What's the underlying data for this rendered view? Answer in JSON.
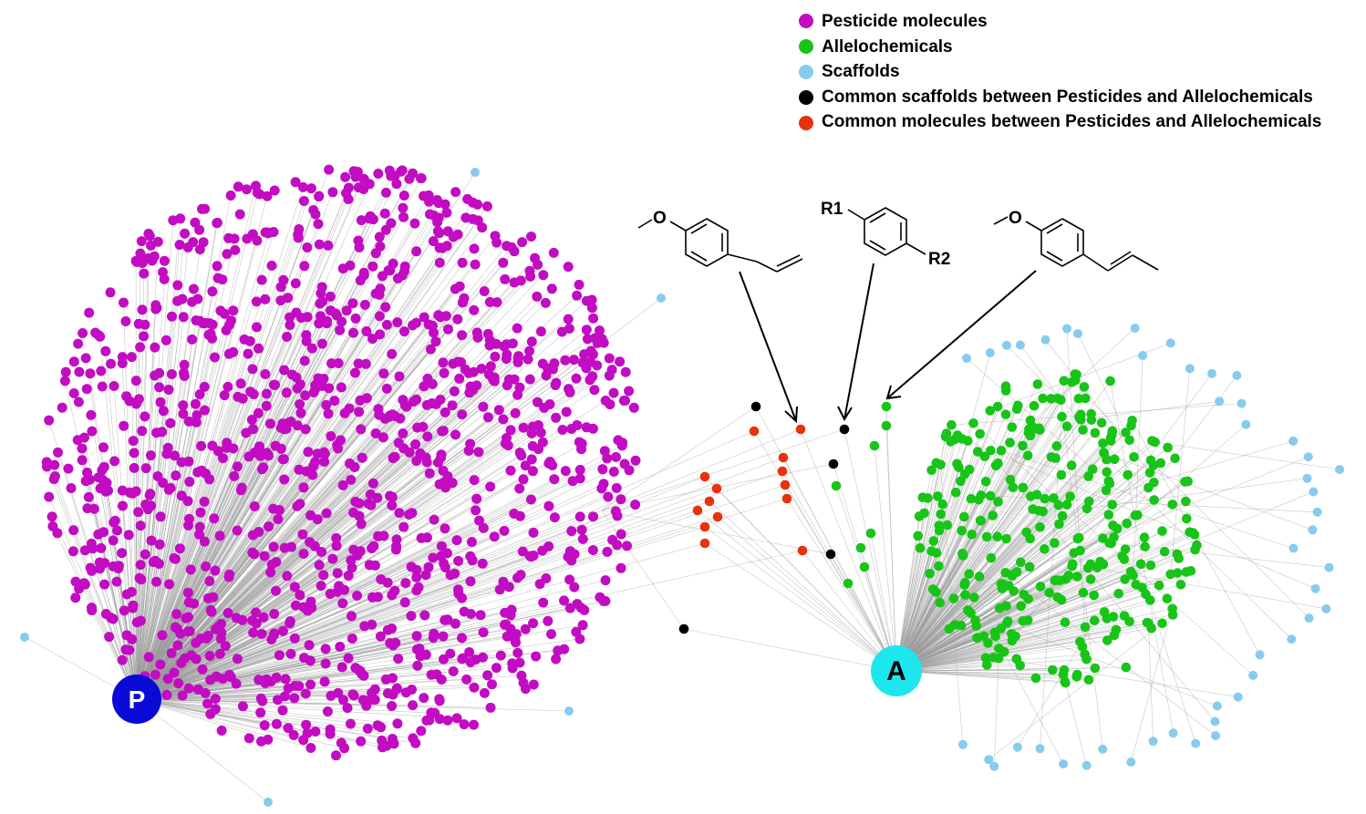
{
  "colors": {
    "pesticide": "#c20cc2",
    "allelochemical": "#17c417",
    "scaffold": "#87cbee",
    "common_scaffold": "#000000",
    "common_molecule": "#e8320a",
    "hub_p": "#0a0ad6",
    "hub_a": "#1ee6ee",
    "edge": "#9a9a9a"
  },
  "legend": [
    {
      "label": "Pesticide molecules",
      "color_key": "pesticide"
    },
    {
      "label": "Allelochemicals",
      "color_key": "allelochemical"
    },
    {
      "label": "Scaffolds",
      "color_key": "scaffold"
    },
    {
      "label": "Common scaffolds between Pesticides and Allelochemicals",
      "color_key": "common_scaffold"
    },
    {
      "label": "Common molecules between Pesticides and Allelochemicals",
      "color_key": "common_molecule"
    }
  ],
  "hubs": {
    "pesticides": {
      "label": "P"
    },
    "allelochemicals": {
      "label": "A"
    }
  },
  "structures": [
    {
      "name": "estragole-structure",
      "labels": {
        "o": "O"
      }
    },
    {
      "name": "general-scaffold-structure",
      "labels": {
        "r1": "R1",
        "r2": "R2"
      }
    },
    {
      "name": "anethole-structure",
      "labels": {
        "o": "O"
      }
    }
  ]
}
